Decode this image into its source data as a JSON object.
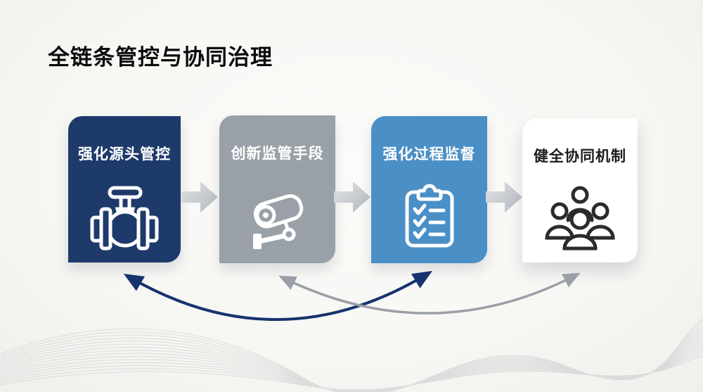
{
  "title": "全链条管控与协同治理",
  "cards": [
    {
      "label": "强化源头管控",
      "icon": "valve-icon",
      "bg": "#1e3a6b",
      "text_color": "#ffffff"
    },
    {
      "label": "创新监管手段",
      "icon": "cctv-camera-icon",
      "bg": "#9aa0a7",
      "text_color": "#ffffff"
    },
    {
      "label": "强化过程监督",
      "icon": "checklist-icon",
      "bg": "#4a8fc6",
      "text_color": "#ffffff"
    },
    {
      "label": "健全协同机制",
      "icon": "people-group-icon",
      "bg": "#ffffff",
      "text_color": "#1c1c1c"
    }
  ],
  "connectors": {
    "flow_arrows": "right-block-arrow between each adjacent card",
    "feedback_arrow_navy": {
      "from_card": 1,
      "to_card": 3,
      "color": "#16336e",
      "style": "curved double-headed below cards"
    },
    "feedback_arrow_gray": {
      "from_card": 2,
      "to_card": 4,
      "color": "#9aa0a7",
      "style": "curved double-headed below cards"
    }
  },
  "colors": {
    "background": "#f7f7f4",
    "title_text": "#0b0b0b",
    "block_arrow_light": "#dfe2e5",
    "block_arrow_dark": "#b5b9bf",
    "wave_lines": "#c4c6c8"
  }
}
